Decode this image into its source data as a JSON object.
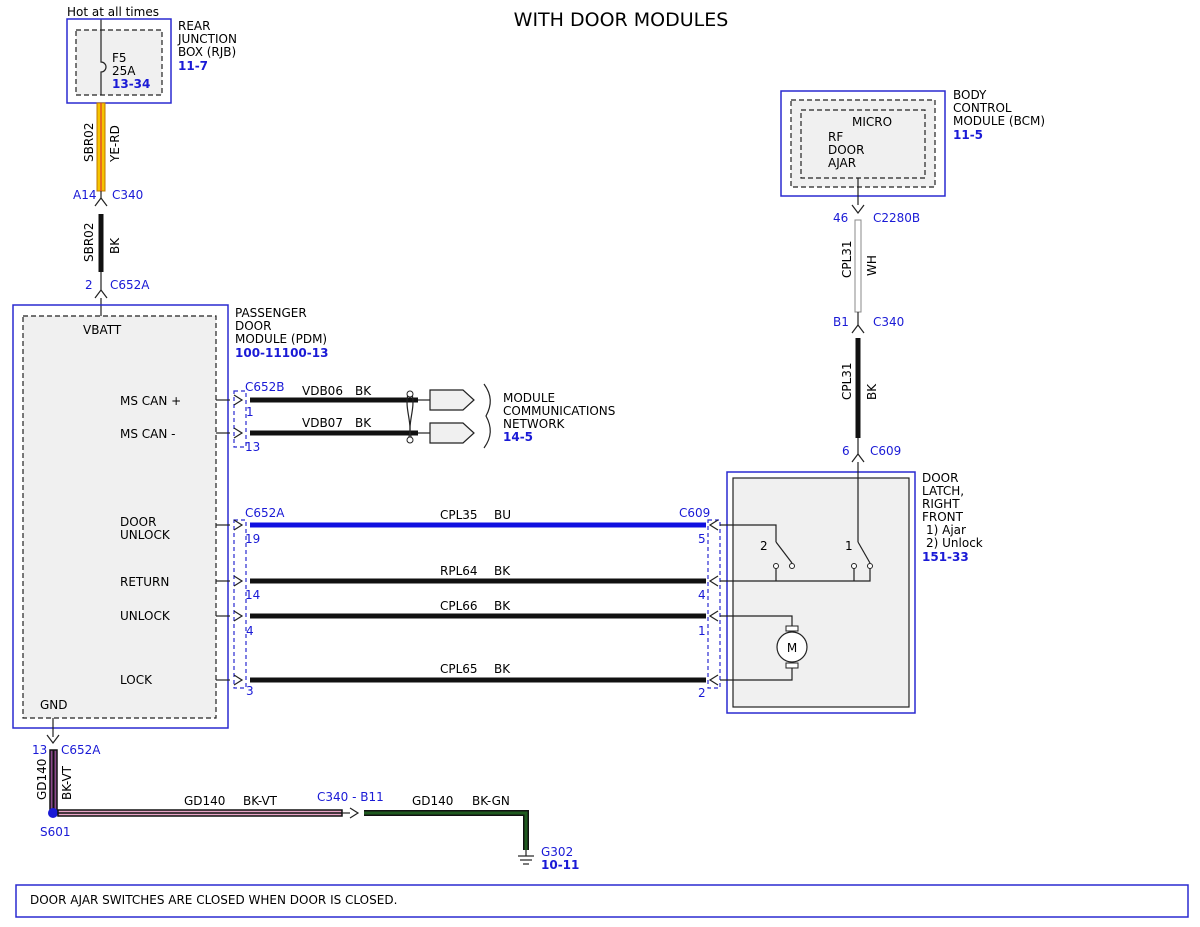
{
  "title": "WITH DOOR MODULES",
  "hot_label": "Hot at all times",
  "rjb": {
    "name1": "REAR",
    "name2": "JUNCTION",
    "name3": "BOX (RJB)",
    "ref": "11-7",
    "fuse": "F5",
    "amps": "25A",
    "fuse_ref": "13-34"
  },
  "bcm": {
    "name1": "BODY",
    "name2": "CONTROL",
    "name3": "MODULE (BCM)",
    "ref": "11-5",
    "micro": "MICRO",
    "sig1": "RF",
    "sig2": "DOOR",
    "sig3": "AJAR"
  },
  "pdm": {
    "name1": "PASSENGER",
    "name2": "DOOR",
    "name3": "MODULE (PDM)",
    "ref": "100-11100-13",
    "vbatt": "VBATT",
    "gnd": "GND",
    "mscanp": "MS CAN +",
    "mscanm": "MS CAN -",
    "du1": "DOOR",
    "du2": "UNLOCK",
    "ret": "RETURN",
    "unl": "UNLOCK",
    "lock": "LOCK"
  },
  "mcn": {
    "l1": "MODULE",
    "l2": "COMMUNICATIONS",
    "l3": "NETWORK",
    "ref": "14-5"
  },
  "latch": {
    "l1": "DOOR",
    "l2": "LATCH,",
    "l3": "RIGHT",
    "l4": "FRONT",
    "l5": "1) Ajar",
    "l6": "2) Unlock",
    "ref": "151-33",
    "sw1": "1",
    "sw2": "2",
    "motor": "M"
  },
  "wires": {
    "sbr02": "SBR02",
    "yerd": "YE-RD",
    "bk": "BK",
    "cpl31": "CPL31",
    "wh": "WH",
    "vdb06": "VDB06",
    "vdb07": "VDB07",
    "cpl35": "CPL35",
    "bu": "BU",
    "rpl64": "RPL64",
    "cpl66": "CPL66",
    "cpl65": "CPL65",
    "gd140": "GD140",
    "bkvt": "BK-VT",
    "bkgn": "BK-GN"
  },
  "connectors": {
    "a14": "A14",
    "c340": "C340",
    "n2": "2",
    "c652a": "C652A",
    "n46": "46",
    "c2280b": "C2280B",
    "b1": "B1",
    "n6": "6",
    "c609": "C609",
    "c652b": "C652B",
    "n1": "1",
    "n13": "13",
    "n19": "19",
    "n5": "5",
    "n14": "14",
    "n4": "4",
    "n3": "3",
    "c340b11": "C340 - B11",
    "s601": "S601",
    "g302": "G302",
    "g302ref": "10-11"
  },
  "note": "DOOR AJAR SWITCHES ARE CLOSED WHEN DOOR IS CLOSED.",
  "colors": {
    "blue": "#1a1ad6",
    "yellow": "#f5c400",
    "bu_wire": "#1010e0",
    "pink": "#e9a4c6",
    "green": "#1f5a1f"
  }
}
